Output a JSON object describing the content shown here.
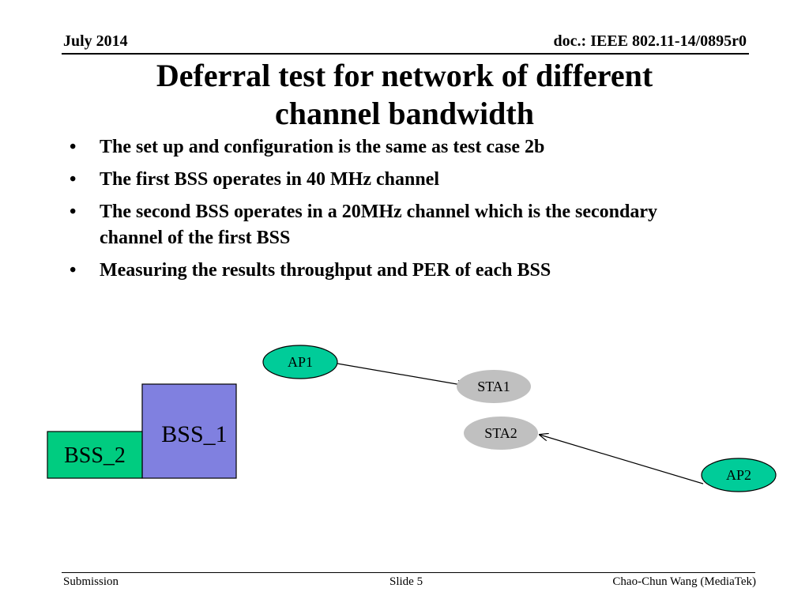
{
  "header": {
    "date": "July 2014",
    "doc_id": "doc.: IEEE 802.11-14/0895r0"
  },
  "title": {
    "line1": "Deferral test for network of different",
    "line2": "channel bandwidth"
  },
  "bullets": [
    "The set up and configuration is the same as test case 2b",
    "The first BSS operates in 40 MHz channel",
    "The second BSS operates in a 20MHz channel which is the secondary channel of the first BSS",
    "Measuring the results throughput and PER of each BSS"
  ],
  "diagram": {
    "bss1_label": "BSS_1",
    "bss2_label": "BSS_2",
    "ap1_label": "AP1",
    "ap2_label": "AP2",
    "sta1_label": "STA1",
    "sta2_label": "STA2",
    "colors": {
      "ap_fill": "#00cc99",
      "sta_fill": "#c0c0c0",
      "bss1_fill": "#8080e0",
      "bss2_fill": "#00cc80"
    }
  },
  "footer": {
    "left": "Submission",
    "center": "Slide 5",
    "right": "Chao-Chun Wang (MediaTek)"
  }
}
